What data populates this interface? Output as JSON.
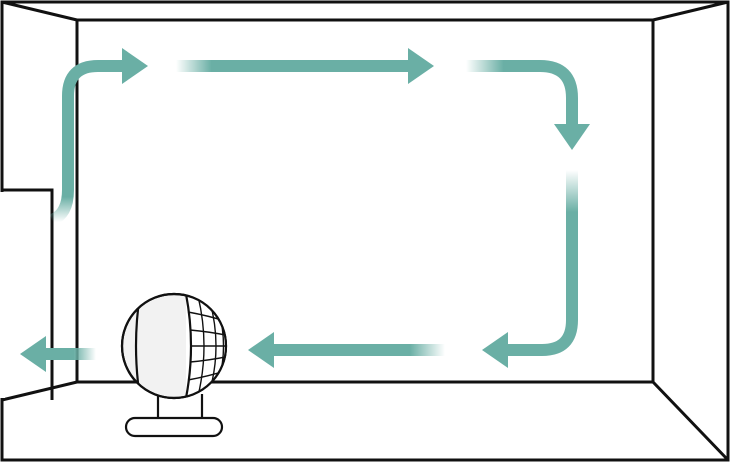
{
  "colors": {
    "background": "#ffffff",
    "line": "#111111",
    "airflow_arrow": "#6aafa5",
    "fan_body": "#f2f2f2"
  },
  "diagram": {
    "subject": "room-air-circulation",
    "icons": [
      "room-outline",
      "circulator-fan-icon",
      "airflow-arrow"
    ]
  }
}
